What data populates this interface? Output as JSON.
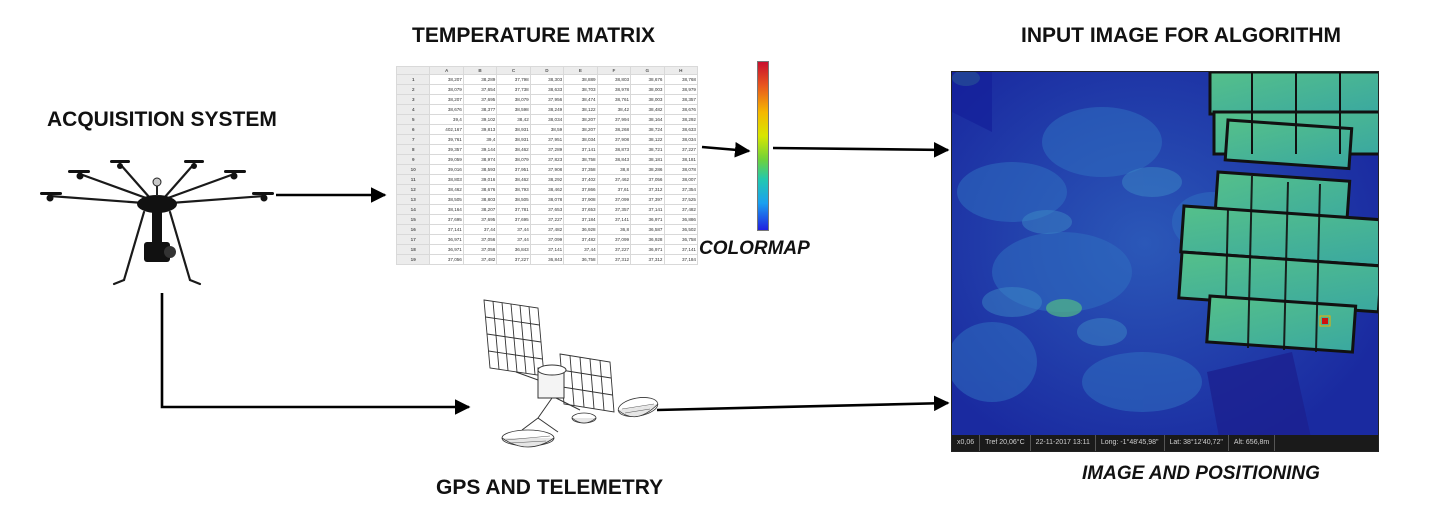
{
  "labels": {
    "acquisition_system": "ACQUISITION SYSTEM",
    "temperature_matrix": "TEMPERATURE MATRIX",
    "input_image": "INPUT IMAGE FOR ALGORITHM",
    "colormap": "COLORMAP",
    "gps_telemetry": "GPS AND TELEMETRY",
    "image_positioning": "IMAGE AND POSITIONING"
  },
  "matrix": {
    "columns": [
      "A",
      "B",
      "C",
      "D",
      "E",
      "F",
      "G",
      "H"
    ],
    "rows": [
      [
        "38,207",
        "38,289",
        "37,798",
        "38,303",
        "38,889",
        "38,803",
        "38,676",
        "38,768"
      ],
      [
        "38,079",
        "37,654",
        "37,738",
        "38,633",
        "38,703",
        "38,978",
        "38,003",
        "38,979"
      ],
      [
        "38,207",
        "37,695",
        "38,079",
        "37,956",
        "38,474",
        "38,761",
        "38,003",
        "38,357"
      ],
      [
        "38,676",
        "38,377",
        "38,598",
        "38,249",
        "38,122",
        "38,42",
        "38,482",
        "38,676"
      ],
      [
        "39,4",
        "39,102",
        "38,42",
        "38,034",
        "38,207",
        "37,994",
        "38,164",
        "38,292"
      ],
      [
        "402,167",
        "39,813",
        "38,931",
        "38,59",
        "38,207",
        "38,268",
        "38,724",
        "38,633"
      ],
      [
        "39,761",
        "39,4",
        "38,931",
        "37,951",
        "38,034",
        "37,908",
        "38,122",
        "38,034"
      ],
      [
        "39,357",
        "39,144",
        "38,462",
        "37,289",
        "37,141",
        "38,873",
        "38,721",
        "37,227"
      ],
      [
        "39,059",
        "38,974",
        "38,079",
        "37,823",
        "38,758",
        "38,843",
        "38,181",
        "38,181"
      ],
      [
        "39,016",
        "38,593",
        "37,951",
        "37,908",
        "37,358",
        "38,8",
        "38,286",
        "38,078"
      ],
      [
        "38,803",
        "39,016",
        "38,462",
        "38,292",
        "37,402",
        "37,462",
        "37,056",
        "38,007"
      ],
      [
        "38,462",
        "38,676",
        "38,793",
        "38,462",
        "37,866",
        "37,61",
        "37,312",
        "37,354"
      ],
      [
        "38,505",
        "38,803",
        "38,505",
        "38,078",
        "37,908",
        "37,099",
        "37,397",
        "37,525"
      ],
      [
        "38,164",
        "38,207",
        "37,781",
        "37,653",
        "37,653",
        "37,357",
        "37,141",
        "37,482"
      ],
      [
        "37,695",
        "37,695",
        "37,695",
        "37,227",
        "37,184",
        "37,141",
        "36,971",
        "36,886"
      ],
      [
        "37,141",
        "37,44",
        "37,44",
        "37,482",
        "36,928",
        "36,8",
        "36,587",
        "36,502"
      ],
      [
        "36,971",
        "37,056",
        "37,44",
        "37,099",
        "37,482",
        "37,099",
        "36,928",
        "36,758"
      ],
      [
        "36,971",
        "37,056",
        "36,843",
        "37,141",
        "37,44",
        "37,227",
        "36,971",
        "37,141"
      ],
      [
        "37,056",
        "37,482",
        "37,227",
        "36,843",
        "36,758",
        "37,312",
        "37,312",
        "37,184"
      ]
    ]
  },
  "status_bar": {
    "zoom": "x0,06",
    "temperature": "Tref 20,06°C",
    "datetime": "22-11-2017 13:11",
    "longitude": "Long: -1°48'45,98\"",
    "latitude": "Lat: 38°12'40,72\"",
    "altitude": "Alt: 656,8m"
  },
  "colors": {
    "arrow": "#000000",
    "colormap_top": "#c8102e",
    "colormap_bottom": "#2020e0",
    "thermal_background": "#1e2fa8",
    "panel_fill": "#4fbf8a"
  },
  "icons": {
    "drone": "hexacopter-drone-icon",
    "satellite": "gps-satellite-icon"
  }
}
